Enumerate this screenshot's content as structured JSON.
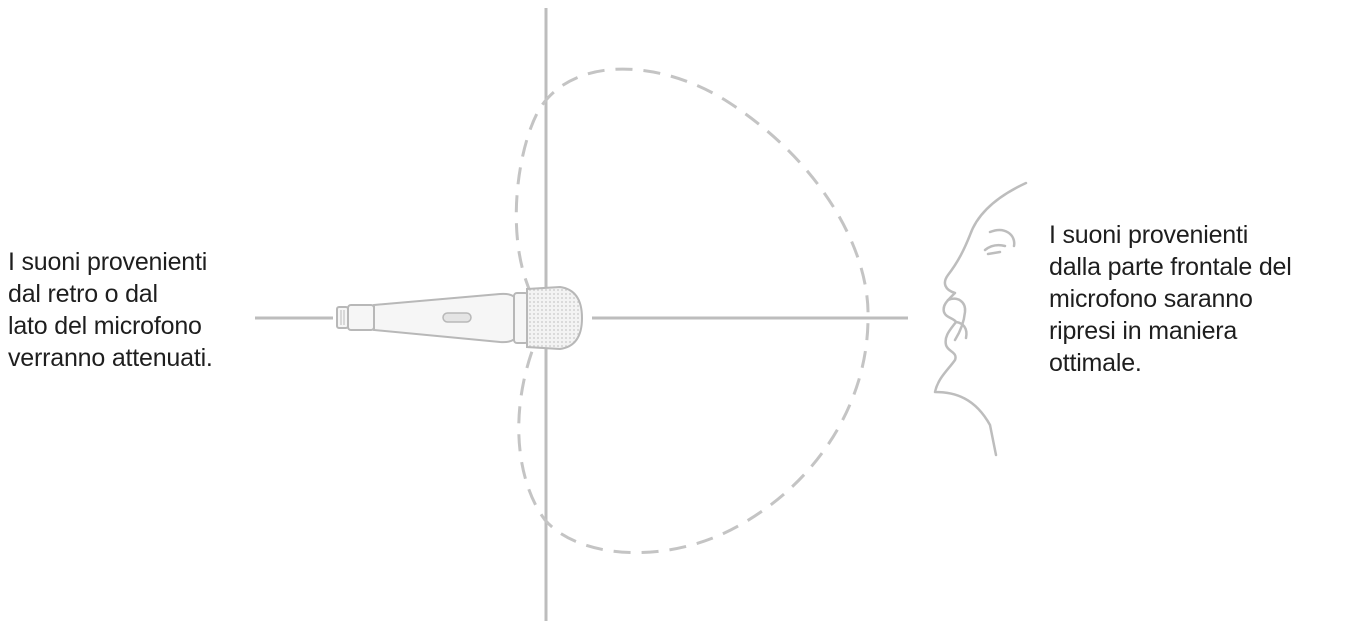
{
  "captions": {
    "left": {
      "lines": [
        "I suoni provenienti",
        "dal retro o dal",
        "lato del microfono",
        "verranno attenuati."
      ]
    },
    "right": {
      "lines": [
        "I suoni provenienti",
        "dalla parte frontale del",
        "microfono saranno",
        "ripresi in maniera",
        "ottimale."
      ]
    }
  },
  "colors": {
    "axis": "#bdbdbd",
    "pattern": "#c4c4c4",
    "mic_body": "#f6f6f6",
    "mic_outline": "#b8b8b8",
    "face": "#bdbdbd"
  }
}
